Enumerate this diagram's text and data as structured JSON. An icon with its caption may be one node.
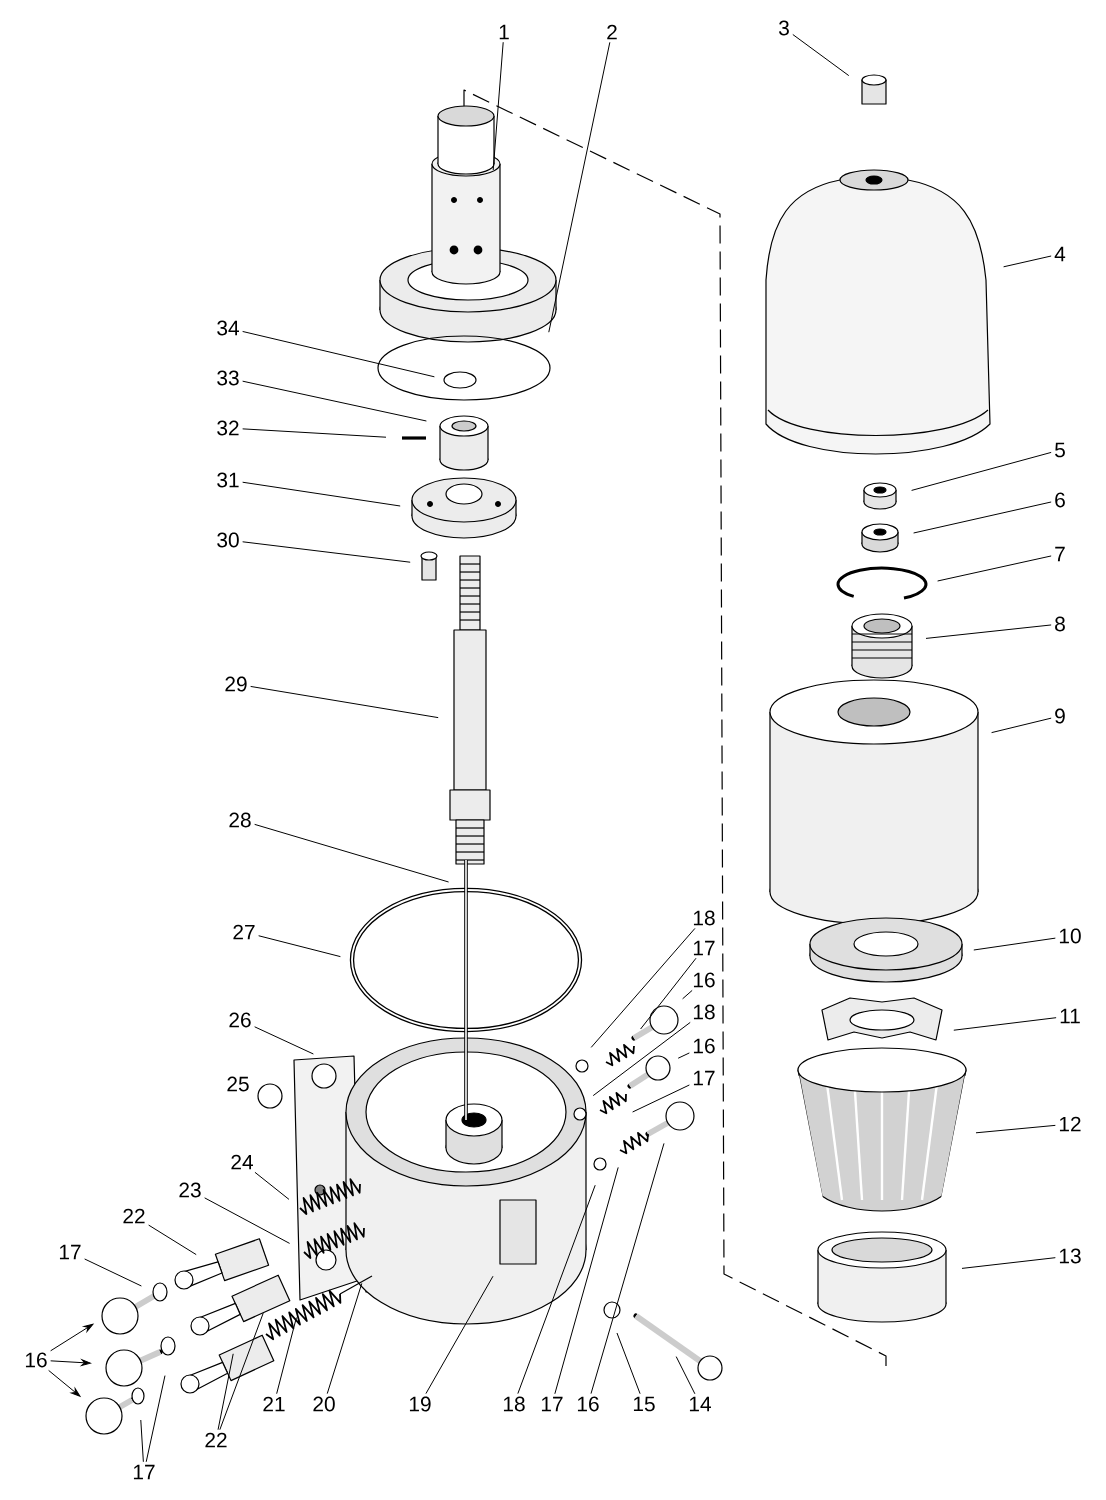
{
  "diagram": {
    "nodes": [
      {
        "text": [
          "1"
        ]
      },
      {
        "text": [
          "2"
        ]
      },
      {
        "text": [
          "3"
        ]
      },
      {
        "text": [
          "4"
        ]
      },
      {
        "text": [
          "34"
        ]
      },
      {
        "text": [
          "33"
        ]
      },
      {
        "text": [
          "32"
        ]
      },
      {
        "text": [
          "5"
        ]
      },
      {
        "text": [
          "31"
        ]
      },
      {
        "text": [
          "6"
        ]
      },
      {
        "text": [
          "30"
        ]
      },
      {
        "text": [
          "7"
        ]
      },
      {
        "text": [
          "8"
        ]
      },
      {
        "text": [
          "29"
        ]
      },
      {
        "text": [
          "9"
        ]
      },
      {
        "text": [
          "28"
        ]
      },
      {
        "text": [
          "18"
        ]
      },
      {
        "text": [
          "27"
        ]
      },
      {
        "text": [
          "10"
        ]
      },
      {
        "text": [
          "17"
        ]
      },
      {
        "text": [
          "16"
        ]
      },
      {
        "text": [
          "18"
        ]
      },
      {
        "text": [
          "11"
        ]
      },
      {
        "text": [
          "26"
        ]
      },
      {
        "text": [
          "16"
        ]
      },
      {
        "text": [
          "17"
        ]
      },
      {
        "text": [
          "12"
        ]
      },
      {
        "text": [
          "24"
        ]
      },
      {
        "text": [
          "23"
        ]
      },
      {
        "text": [
          "22"
        ]
      },
      {
        "text": [
          "17"
        ]
      },
      {
        "text": [
          "13"
        ]
      },
      {
        "text": [
          "16"
        ]
      },
      {
        "text": [
          "18"
        ]
      },
      {
        "text": [
          "17"
        ]
      },
      {
        "text": [
          "16"
        ]
      },
      {
        "text": [
          "15"
        ]
      },
      {
        "text": [
          "14"
        ]
      },
      {
        "text": [
          "19"
        ]
      },
      {
        "text": [
          "20"
        ]
      },
      {
        "text": [
          "21"
        ]
      },
      {
        "text": [
          "22"
        ]
      },
      {
        "text": [
          "17"
        ]
      }
    ],
    "edges": [
      {
        "from": 0,
        "to": null,
        "arrow": "none"
      },
      {
        "from": 1,
        "to": null,
        "arrow": "none"
      },
      {
        "from": 2,
        "to": null,
        "arrow": "none"
      },
      {
        "from": 3,
        "to": null,
        "arrow": "none"
      },
      {
        "from": 4,
        "to": null,
        "arrow": "none"
      },
      {
        "from": 5,
        "to": null,
        "arrow": "none"
      },
      {
        "from": 6,
        "to": null,
        "arrow": "none"
      },
      {
        "from": 7,
        "to": null,
        "arrow": "none"
      },
      {
        "from": 8,
        "to": null,
        "arrow": "none"
      },
      {
        "from": 9,
        "to": null,
        "arrow": "none"
      },
      {
        "from": 10,
        "to": null,
        "arrow": "none"
      },
      {
        "from": 11,
        "to": null,
        "arrow": "none"
      },
      {
        "from": 12,
        "to": null,
        "arrow": "none"
      },
      {
        "from": 13,
        "to": null,
        "arrow": "none"
      },
      {
        "from": 14,
        "to": null,
        "arrow": "none"
      },
      {
        "from": 15,
        "to": null,
        "arrow": "none"
      },
      {
        "from": 16,
        "to": null,
        "arrow": "none"
      },
      {
        "from": 17,
        "to": null,
        "arrow": "none"
      },
      {
        "from": 18,
        "to": null,
        "arrow": "none"
      },
      {
        "from": 19,
        "to": null,
        "arrow": "none"
      },
      {
        "from": 20,
        "to": null,
        "arrow": "none"
      },
      {
        "from": 21,
        "to": null,
        "arrow": "none"
      },
      {
        "from": 22,
        "to": null,
        "arrow": "none"
      },
      {
        "from": 23,
        "to": null,
        "arrow": "none"
      },
      {
        "from": 24,
        "to": null,
        "arrow": "none"
      },
      {
        "from": 25,
        "to": null,
        "arrow": "none"
      },
      {
        "from": 26,
        "to": null,
        "arrow": "none"
      },
      {
        "from": 27,
        "to": null,
        "arrow": "none"
      },
      {
        "from": 28,
        "to": null,
        "arrow": "none"
      },
      {
        "from": 29,
        "to": null,
        "arrow": "none"
      },
      {
        "from": 30,
        "to": null,
        "arrow": "none"
      },
      {
        "from": 31,
        "to": null,
        "arrow": "none"
      },
      {
        "from": 32,
        "to": null,
        "arrow": "to"
      },
      {
        "from": 32,
        "to": null,
        "arrow": "to"
      },
      {
        "from": 32,
        "to": null,
        "arrow": "to"
      },
      {
        "from": 33,
        "to": null,
        "arrow": "none"
      },
      {
        "from": 34,
        "to": null,
        "arrow": "none"
      },
      {
        "from": 35,
        "to": null,
        "arrow": "none"
      },
      {
        "from": 36,
        "to": null,
        "arrow": "none"
      },
      {
        "from": 37,
        "to": null,
        "arrow": "none"
      },
      {
        "from": 38,
        "to": null,
        "arrow": "none"
      },
      {
        "from": 39,
        "to": null,
        "arrow": "none"
      },
      {
        "from": 40,
        "to": null,
        "arrow": "none"
      },
      {
        "from": 41,
        "to": null,
        "arrow": "none"
      },
      {
        "from": 41,
        "to": null,
        "arrow": "none"
      },
      {
        "from": 42,
        "to": null,
        "arrow": "none"
      },
      {
        "from": 42,
        "to": null,
        "arrow": "none"
      }
    ],
    "labels": [
      "25"
    ]
  }
}
